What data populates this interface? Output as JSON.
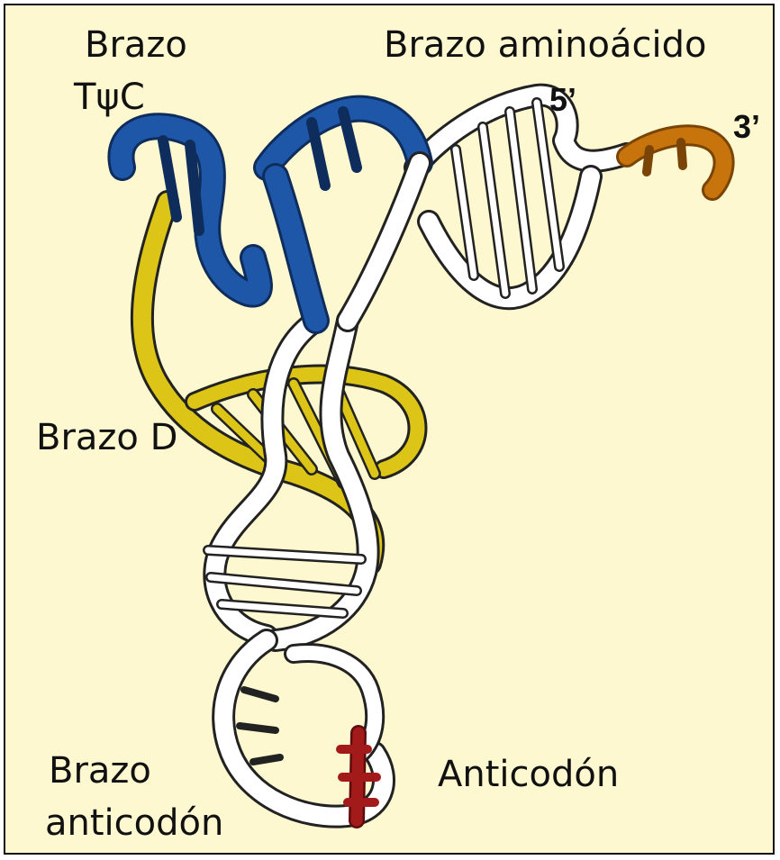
{
  "labels": {
    "tpsic_arm": [
      "Brazo",
      "TψC"
    ],
    "amino_arm": "Brazo  aminoácido",
    "five_prime": "5’",
    "three_prime": "3’",
    "d_arm": "Brazo D",
    "anticodon_arm": [
      "Brazo",
      "anticodón"
    ],
    "anticodon": "Anticodón"
  },
  "colors": {
    "background": "#fdf8cf",
    "tpsic_arm": "#1f57a8",
    "d_arm": "#dcc516",
    "acceptor_tail": "#c8740c",
    "anticodon": "#a31a1a",
    "outline": "#222222",
    "backbone": "#ffffff"
  },
  "icons": [
    "trna-cloverleaf-3d-illustration"
  ]
}
